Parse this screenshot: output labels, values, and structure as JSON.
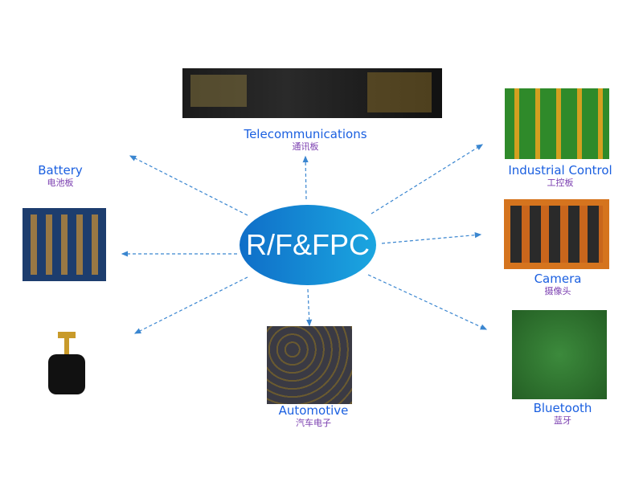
{
  "center": {
    "label": "R/F&FPC",
    "color_start": "#0f6ec8",
    "color_end": "#1ba6e0"
  },
  "nodes": [
    {
      "en": "Telecommunications",
      "zh": "通讯板"
    },
    {
      "en": "Battery",
      "zh": "电池板"
    },
    {
      "en": "Industrial Control",
      "zh": "工控板"
    },
    {
      "en": "Camera",
      "zh": "摄像头"
    },
    {
      "en": "Automotive",
      "zh": "汽车电子"
    },
    {
      "en": "Bluetooth",
      "zh": "蓝牙"
    }
  ],
  "colors": {
    "label": "#1a5fe0",
    "sublabel": "#7b3fb0",
    "arrow": "#3a86d0"
  }
}
